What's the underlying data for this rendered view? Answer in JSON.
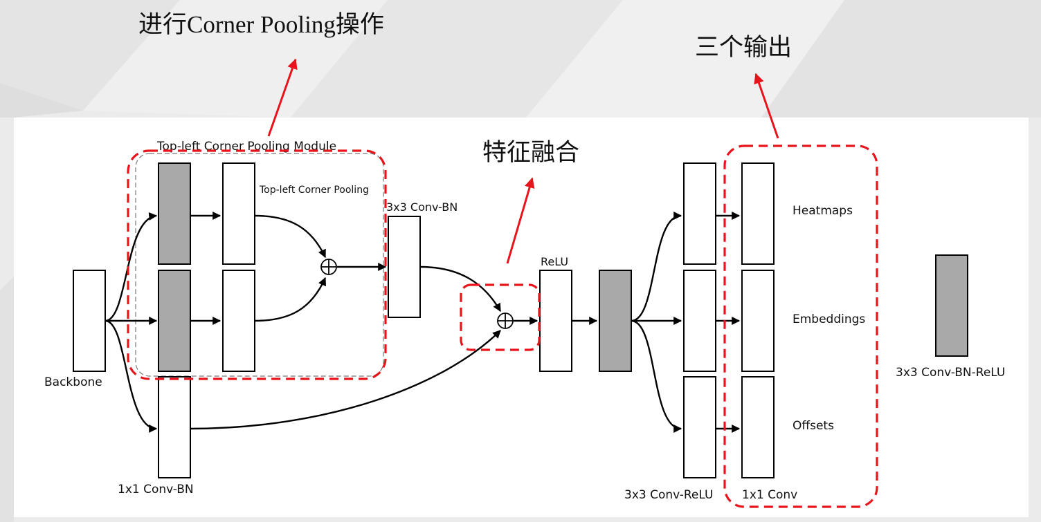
{
  "annotations": {
    "corner_pooling_op": "进行Corner Pooling操作",
    "three_outputs": "三个输出",
    "feature_fusion": "特征融合"
  },
  "labels": {
    "module_title": "Top-left Corner Pooling Module",
    "pooling": "Top-left Corner Pooling",
    "conv3_bn": "3x3 Conv-BN",
    "relu": "ReLU",
    "backbone": "Backbone",
    "conv1_bn": "1x1 Conv-BN",
    "conv3_relu": "3x3 Conv-ReLU",
    "conv1": "1x1 Conv",
    "heatmaps": "Heatmaps",
    "embeddings": "Embeddings",
    "offsets": "Offsets",
    "legend_gray": "3x3 Conv-BN-ReLU"
  },
  "colors": {
    "highlight_red": "#e8141c",
    "block_gray": "#a9a9a9",
    "block_white": "#ffffff",
    "line": "#000000"
  }
}
